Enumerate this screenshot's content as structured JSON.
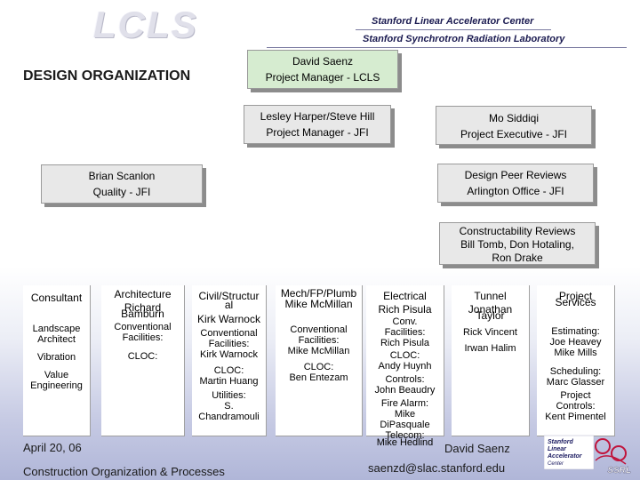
{
  "header": {
    "logo_text": "LCLS",
    "institution_line1": "Stanford Linear Accelerator Center",
    "institution_line2": "Stanford Synchrotron Radiation Laboratory"
  },
  "title": "DESIGN ORGANIZATION",
  "boxes": {
    "pm_lcls": {
      "name": "David Saenz",
      "role": "Project Manager - LCLS"
    },
    "pm_jfi": {
      "name": "Lesley Harper/Steve Hill",
      "role": "Project Manager - JFI"
    },
    "exec": {
      "name": "Mo Siddiqi",
      "role": "Project Executive - JFI"
    },
    "quality": {
      "name": "Brian Scanlon",
      "role": "Quality - JFI"
    },
    "peer": {
      "name": "Design Peer Reviews",
      "role": "Arlington Office - JFI"
    },
    "construct": {
      "name": "Constructability Reviews",
      "role": "Bill Tomb, Don Hotaling,",
      "extra": "Ron Drake"
    }
  },
  "columns": [
    {
      "header": "Consultant",
      "lines": [
        "Landscape",
        "Architect",
        "Vibration",
        "Value",
        "Engineering"
      ]
    },
    {
      "header": "Architecture",
      "header_name": "Richard",
      "header_name2": "Bamburn",
      "lines": [
        "Conventional",
        "Facilities:",
        "CLOC:"
      ]
    },
    {
      "header": "Civil/Structur",
      "header2": "al",
      "header_name": "Kirk Warnock",
      "lines": [
        "Conventional",
        "Facilities:",
        "Kirk Warnock",
        "CLOC:",
        "Martin Huang",
        "Utilities:",
        "S.",
        "Chandramouli"
      ]
    },
    {
      "header": "Mech/FP/Plumb",
      "header_name": "Mike McMillan",
      "lines": [
        "Conventional",
        "Facilities:",
        "Mike McMillan",
        "CLOC:",
        "Ben Entezam"
      ]
    },
    {
      "header": "Electrical",
      "header_name": "Rich Pisula",
      "lines": [
        "Conv.",
        "Facilities:",
        "Rich Pisula",
        "CLOC:",
        "Andy Huynh",
        "Controls:",
        "John Beaudry",
        "Fire Alarm:",
        "Mike",
        "DiPasquale",
        "Telecom:",
        "Mike Hedlind"
      ]
    },
    {
      "header": "Tunnel",
      "header_name": "Jonathan",
      "header_name2": "Taylor",
      "lines": [
        "Rick Vincent",
        "Irwan Halim"
      ]
    },
    {
      "header": "Project",
      "header2": "Services",
      "lines": [
        "Estimating:",
        "Joe Heavey",
        "Mike Mills",
        "Scheduling:",
        "Marc Glasser",
        "Project",
        "Controls:",
        "Kent Pimentel"
      ]
    }
  ],
  "footer": {
    "date": "April 20, 06",
    "left": "Construction Organization & Processes",
    "name": "David Saenz",
    "email": "saenzd@slac.stanford.edu",
    "logo_line1": "Stanford",
    "logo_line2": "Linear",
    "logo_line3": "Accelerator",
    "logo_line4": "Center",
    "logo_mark": "SSRL"
  }
}
